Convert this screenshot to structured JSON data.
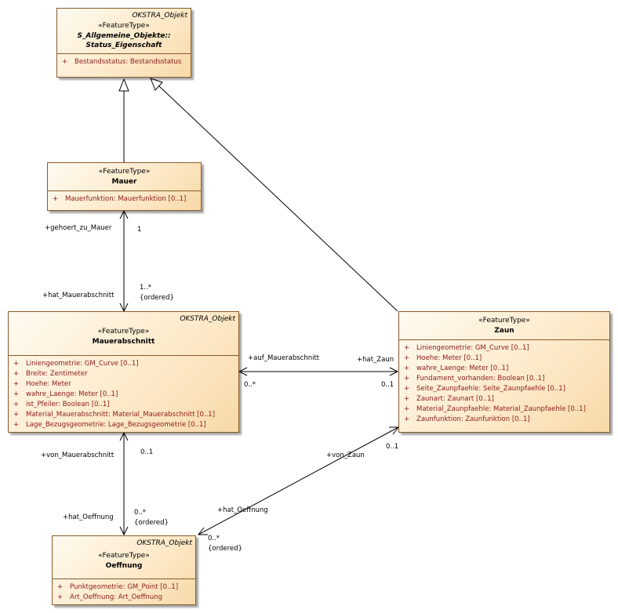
{
  "classes": {
    "status": {
      "tagged": "OKSTRA_Objekt",
      "stereotype": "«FeatureType»",
      "name1": "S_Allgemeine_Objekte::",
      "name2": "Status_Eigenschaft",
      "attrs": [
        {
          "vis": "+",
          "text": "Bestandsstatus: Bestandsstatus"
        }
      ]
    },
    "mauer": {
      "stereotype": "«FeatureType»",
      "name": "Mauer",
      "attrs": [
        {
          "vis": "+",
          "text": "Mauerfunktion: Mauerfunktion [0..1]"
        }
      ]
    },
    "mauerabschnitt": {
      "tagged": "OKSTRA_Objekt",
      "stereotype": "«FeatureType»",
      "name": "Mauerabschnitt",
      "attrs": [
        {
          "vis": "+",
          "text": "Liniengeometrie: GM_Curve [0..1]"
        },
        {
          "vis": "+",
          "text": "Breite: Zentimeter"
        },
        {
          "vis": "+",
          "text": "Hoehe: Meter"
        },
        {
          "vis": "+",
          "text": "wahre_Laenge: Meter [0..1]"
        },
        {
          "vis": "+",
          "text": "ist_Pfeiler: Boolean [0..1]"
        },
        {
          "vis": "+",
          "text": "Material_Mauerabschnitt: Material_Mauerabschnitt [0..1]"
        },
        {
          "vis": "+",
          "text": "Lage_Bezugsgeometrie: Lage_Bezugsgeometrie [0..1]"
        }
      ]
    },
    "zaun": {
      "stereotype": "«FeatureType»",
      "name": "Zaun",
      "attrs": [
        {
          "vis": "+",
          "text": "Liniengeometrie: GM_Curve [0..1]"
        },
        {
          "vis": "+",
          "text": "Hoehe: Meter [0..1]"
        },
        {
          "vis": "+",
          "text": "wahre_Laenge: Meter [0..1]"
        },
        {
          "vis": "+",
          "text": "Fundament_vorhanden: Boolean [0..1]"
        },
        {
          "vis": "+",
          "text": "Seite_Zaunpfaehle: Seite_Zaunpfaehle [0..1]"
        },
        {
          "vis": "+",
          "text": "Zaunart: Zaunart [0..1]"
        },
        {
          "vis": "+",
          "text": "Material_Zaunpfaehle: Material_Zaunpfaehle [0..1]"
        },
        {
          "vis": "+",
          "text": "Zaunfunktion: Zaunfunktion [0..1]"
        }
      ]
    },
    "oeffnung": {
      "tagged": "OKSTRA_Objekt",
      "stereotype": "«FeatureType»",
      "name": "Oeffnung",
      "attrs": [
        {
          "vis": "+",
          "text": "Punktgeometrie: GM_Point [0..1]"
        },
        {
          "vis": "+",
          "text": "Art_Oeffnung: Art_Oeffnung"
        }
      ]
    }
  },
  "labels": {
    "gehoert_zu_mauer": "+gehoert_zu_Mauer",
    "mult_mauer": "1",
    "hat_mauerabschnitt": "+hat_Mauerabschnitt",
    "mult_mauerabschnitt": "1..*",
    "ordered_mauerabschnitt": "{ordered}",
    "auf_mauerabschnitt": "+auf_Mauerabschnitt",
    "mult_auf_mauerabschnitt": "0..*",
    "hat_zaun": "+hat_Zaun",
    "mult_hat_zaun": "0..1",
    "von_mauerabschnitt": "+von_Mauerabschnitt",
    "mult_von_mauerabschnitt": "0..1",
    "hat_oeffnung_left": "+hat_Oeffnung",
    "mult_oeffnung_left": "0..*",
    "ordered_oeffnung_left": "{ordered}",
    "von_zaun": "+von_Zaun",
    "mult_von_zaun": "0..1",
    "hat_oeffnung_right": "+hat_Oeffnung",
    "mult_oeffnung_right": "0..*",
    "ordered_oeffnung_right": "{ordered}"
  },
  "colors": {
    "attribute_text": "#8b1a1a",
    "class_border": "#8a5a2b",
    "class_fill": "#fde9c8"
  }
}
